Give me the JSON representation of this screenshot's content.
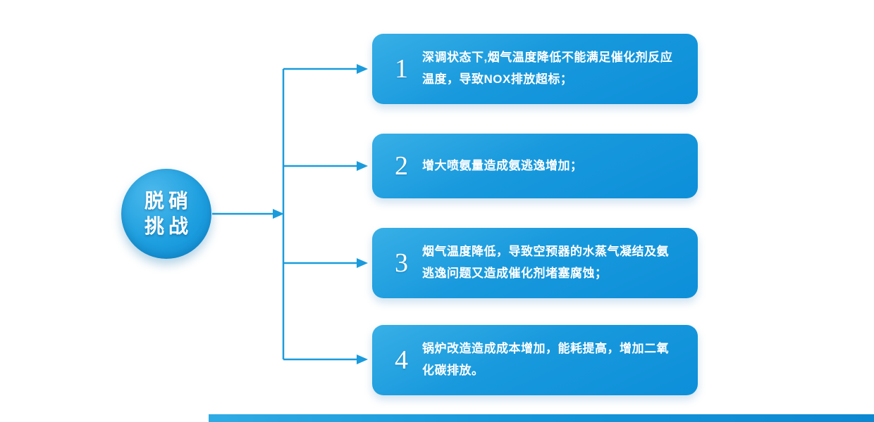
{
  "node": {
    "label_line1": "脱硝",
    "label_line2": "挑战"
  },
  "items": [
    {
      "number": "1",
      "text": "深调状态下,烟气温度降低不能满足催化剂反应温度，导致NOX排放超标；"
    },
    {
      "number": "2",
      "text": "增大喷氨量造成氨逃逸增加；"
    },
    {
      "number": "3",
      "text": "烟气温度降低，导致空预器的水蒸气凝结及氨逃逸问题又造成催化剂堵塞腐蚀；"
    },
    {
      "number": "4",
      "text": "锅炉改造造成成本增加，能耗提高，增加二氧化碳排放。"
    }
  ],
  "colors": {
    "accent": "#1a9bdc",
    "box_gradient_start": "#38afe6",
    "box_gradient_end": "#0d8fd9",
    "text": "#ffffff",
    "background": "#ffffff"
  }
}
